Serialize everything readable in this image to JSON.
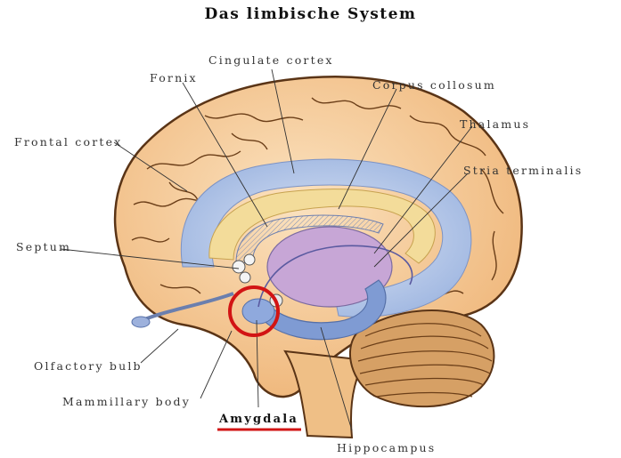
{
  "title": "Das limbische System",
  "labels": {
    "cingulate_cortex": "Cingulate cortex",
    "fornix": "Fornix",
    "corpus_collosum": "Corpus collosum",
    "frontal_cortex": "Frontal cortex",
    "thalamus": "Thalamus",
    "stria_terminalis": "Stria terminalis",
    "septum": "Septum",
    "olfactory_bulb": "Olfactory bulb",
    "mammillary_body": "Mammillary body",
    "amygdala": "Amygdala",
    "hippocampus": "Hippocampus"
  },
  "highlight": {
    "structure": "amygdala",
    "circle_color": "#d21414",
    "underline_color": "#d21414"
  },
  "colors": {
    "cortex": "#f4c58c",
    "cortex_outline": "#5a3416",
    "limbic_blue": "#8aa4d6",
    "limbic_light": "#c9d6ee",
    "thalamus": "#c7a6d6",
    "callosum": "#f3dc9a",
    "cerebellum": "#d39a5c"
  }
}
